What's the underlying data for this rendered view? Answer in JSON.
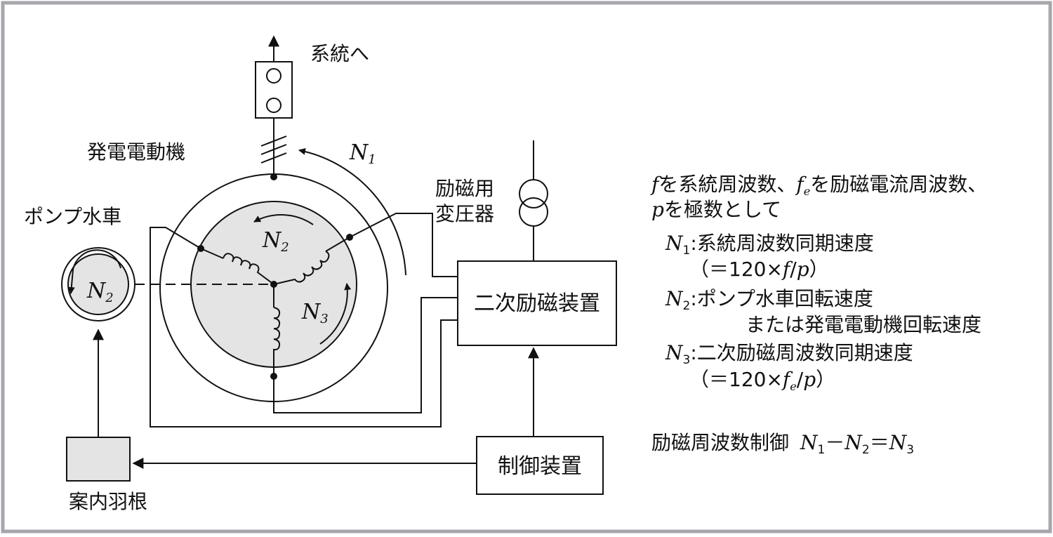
{
  "diagram": {
    "to_grid": "系統へ",
    "generator_motor": "発電電動機",
    "pump_turbine": "ポンプ水車",
    "excitation_transformer_line1": "励磁用",
    "excitation_transformer_line2": "変圧器",
    "secondary_excitation_device": "二次励磁装置",
    "control_device": "制御装置",
    "guide_vane": "案内羽根",
    "n_symbol": "N",
    "sub_1": "1",
    "sub_2": "2",
    "sub_3": "3"
  },
  "legend": {
    "line1_f": "f",
    "line1_a": "を系統周波数、",
    "line1_fe_base": "f",
    "line1_fe_sub": "e",
    "line1_b": "を励磁電流周波数、",
    "line2_p": "p",
    "line2_a": "を極数として",
    "n1_desc": ":系統周波数同期速度",
    "n1_formula_a": "（＝120×",
    "n1_formula_f": "f",
    "n1_formula_slash": "/",
    "n1_formula_p": "p",
    "n1_formula_close": "）",
    "n2_desc": ":ポンプ水車回転速度",
    "n2_desc_cont": "または発電電動機回転速度",
    "n3_desc": ":二次励磁周波数同期速度",
    "n3_formula_a": "（＝120×",
    "n3_formula_f": "f",
    "n3_formula_fsub": "e",
    "n3_formula_slash": "/",
    "n3_formula_p": "p",
    "n3_formula_close": "）",
    "control_label": "励磁周波数制御",
    "control_minus": "－",
    "control_eq": "＝"
  },
  "colors": {
    "frame": "#a5a7ad",
    "rotor_fill": "#e4e4e4",
    "line": "#111111"
  }
}
